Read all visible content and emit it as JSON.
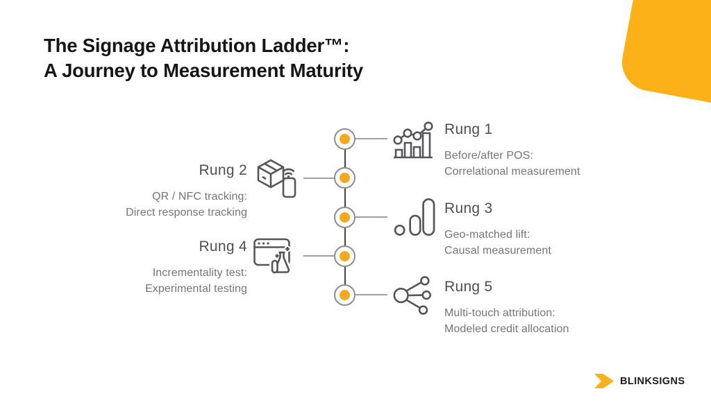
{
  "title": {
    "line1": "The Signage Attribution Ladder™:",
    "line2": "A Journey to Measurement Maturity"
  },
  "rungs": [
    {
      "label": "Rung 1",
      "line1": "Before/after POS:",
      "line2": "Correlational measurement",
      "side": "right",
      "icon": "pos-bar-line-chart-icon"
    },
    {
      "label": "Rung 2",
      "line1": "QR / NFC tracking:",
      "line2": "Direct response tracking",
      "side": "left",
      "icon": "package-nfc-phone-icon"
    },
    {
      "label": "Rung 3",
      "line1": "Geo-matched lift:",
      "line2": "Causal measurement",
      "side": "right",
      "icon": "analytics-bars-icon"
    },
    {
      "label": "Rung 4",
      "line1": "Incrementality test:",
      "line2": "Experimental testing",
      "side": "left",
      "icon": "browser-experiment-flask-icon"
    },
    {
      "label": "Rung 5",
      "line1": "Multi-touch attribution:",
      "line2": "Modeled credit allocation",
      "side": "right",
      "icon": "share-network-icon"
    }
  ],
  "brand": {
    "name": "BLINKSIGNS",
    "icon": "blinksigns-arrow-icon"
  },
  "colors": {
    "accent_yellow": "#FBB117",
    "node_orange": "#F6A81C",
    "timeline_line": "#45423A",
    "connector_gray": "#9E9E9E",
    "node_ring_gray": "#8D8D8D",
    "icon_stroke": "#54565A",
    "title_text": "#161616",
    "rung_label_text": "#4F4F4F",
    "rung_desc_text": "#757575"
  }
}
